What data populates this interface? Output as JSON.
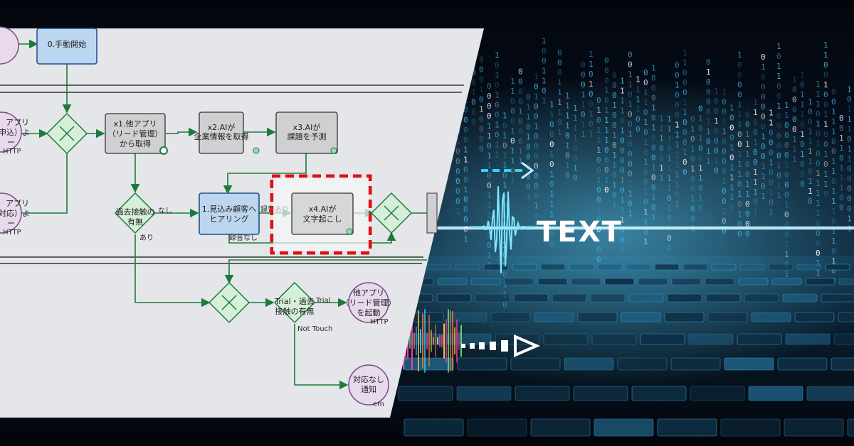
{
  "diagram": {
    "nodes": {
      "start_task": "0.手動開始",
      "x1": [
        "x1.他アプリ",
        "（リード管理）",
        "から取得"
      ],
      "x2": [
        "x2.AIが",
        "企業情報を取得"
      ],
      "x3": [
        "x3.AIが",
        "課題を予測"
      ],
      "hearing": [
        "1.見込み顧客へ",
        "ヒアリング"
      ],
      "x4": [
        "x4.AIが",
        "文字起こし"
      ],
      "gw_past_contact": [
        "過去接触の",
        "有無"
      ],
      "gw_trial": [
        "Trial・過去",
        "接触の有無"
      ],
      "ev_launch": [
        "他アプリ",
        "（リード管理）",
        "を起動"
      ],
      "ev_notify": [
        "対応なし",
        "通知"
      ],
      "left_event_1": [
        "アプリ",
        "申込）よ",
        "ー"
      ],
      "left_event_2": [
        "アプリ",
        "対応）よ",
        "ー"
      ]
    },
    "labels": {
      "none": "なし",
      "yes": "あり",
      "rec_yes": "録音あり",
      "rec_none": "録音なし",
      "trial": "Trial",
      "not_touch": "Not Touch",
      "http_1": "HTTP",
      "http_2": "HTTP",
      "http_3": "HTTP",
      "email": "em"
    }
  },
  "hero": {
    "text": "TEXT"
  },
  "colors": {
    "highlight_dash": "#e01010",
    "flow_line": "#1e7a3c",
    "task_blue": "#bcd6ef",
    "task_gray": "#cfd0d2",
    "gateway_fill": "#d5efd9",
    "event_fill": "#e8d9ec",
    "neon_cyan": "#35d2ff",
    "neon_magenta": "#ff3bb0"
  }
}
